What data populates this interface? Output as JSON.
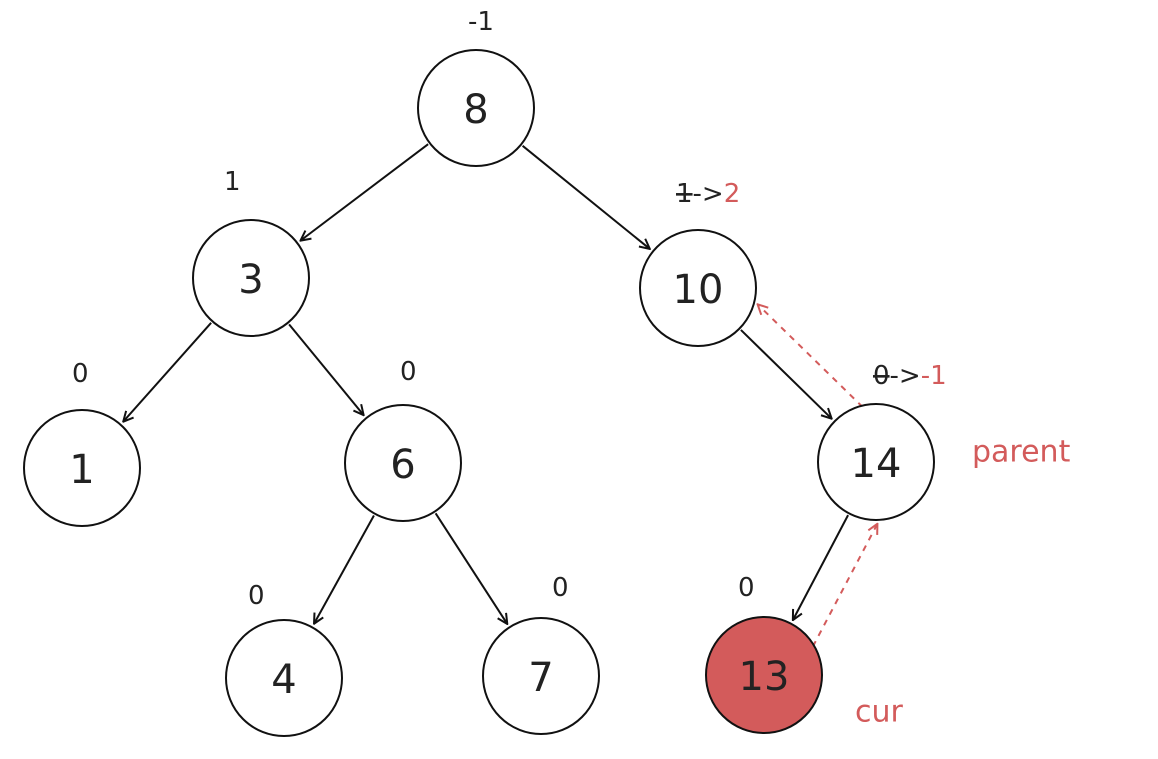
{
  "colors": {
    "stroke": "#111111",
    "text": "#222222",
    "accent": "#d35b5b",
    "highlight_fill": "#d35b5b",
    "highlight_text": "#ffffff"
  },
  "nodes": [
    {
      "id": "n8",
      "label": "8",
      "bf": "-1",
      "bf_old": "",
      "bf_new": ""
    },
    {
      "id": "n3",
      "label": "3",
      "bf": "1",
      "bf_old": "",
      "bf_new": ""
    },
    {
      "id": "n10",
      "label": "10",
      "bf": "",
      "bf_old": "1",
      "bf_new": "2"
    },
    {
      "id": "n1",
      "label": "1",
      "bf": "0",
      "bf_old": "",
      "bf_new": ""
    },
    {
      "id": "n6",
      "label": "6",
      "bf": "0",
      "bf_old": "",
      "bf_new": ""
    },
    {
      "id": "n14",
      "label": "14",
      "bf": "",
      "bf_old": "0",
      "bf_new": "-1"
    },
    {
      "id": "n4",
      "label": "4",
      "bf": "0",
      "bf_old": "",
      "bf_new": ""
    },
    {
      "id": "n7",
      "label": "7",
      "bf": "0",
      "bf_old": "",
      "bf_new": ""
    },
    {
      "id": "n13",
      "label": "13",
      "bf": "0",
      "bf_old": "",
      "bf_new": "",
      "highlight": true
    }
  ],
  "edges": [
    {
      "from": "n8",
      "to": "n3"
    },
    {
      "from": "n8",
      "to": "n10"
    },
    {
      "from": "n3",
      "to": "n1"
    },
    {
      "from": "n3",
      "to": "n6"
    },
    {
      "from": "n6",
      "to": "n4"
    },
    {
      "from": "n6",
      "to": "n7"
    },
    {
      "from": "n10",
      "to": "n14"
    },
    {
      "from": "n14",
      "to": "n13"
    }
  ],
  "dashed_edges": [
    {
      "from": "n13",
      "to": "n14"
    },
    {
      "from": "n14",
      "to": "n10"
    }
  ],
  "arrow_text": "->",
  "annotations": {
    "parent": "parent",
    "cur": "cur"
  }
}
